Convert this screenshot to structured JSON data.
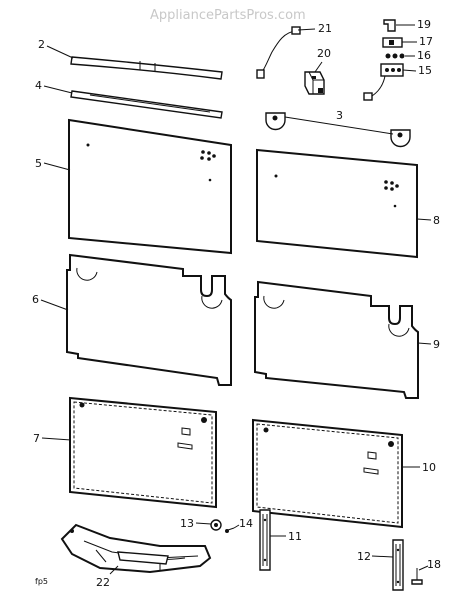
{
  "watermark": "AppliancePartsPros.com",
  "diagram_code": "fp5",
  "callouts": {
    "p2": "2",
    "p4": "4",
    "p5": "5",
    "p6": "6",
    "p7": "7",
    "p21": "21",
    "p20": "20",
    "p19": "19",
    "p17": "17",
    "p16": "16",
    "p15": "15",
    "p3": "3",
    "p8": "8",
    "p9": "9",
    "p10": "10",
    "p13": "13",
    "p14": "14",
    "p11": "11",
    "p12": "12",
    "p18": "18",
    "p22": "22"
  }
}
